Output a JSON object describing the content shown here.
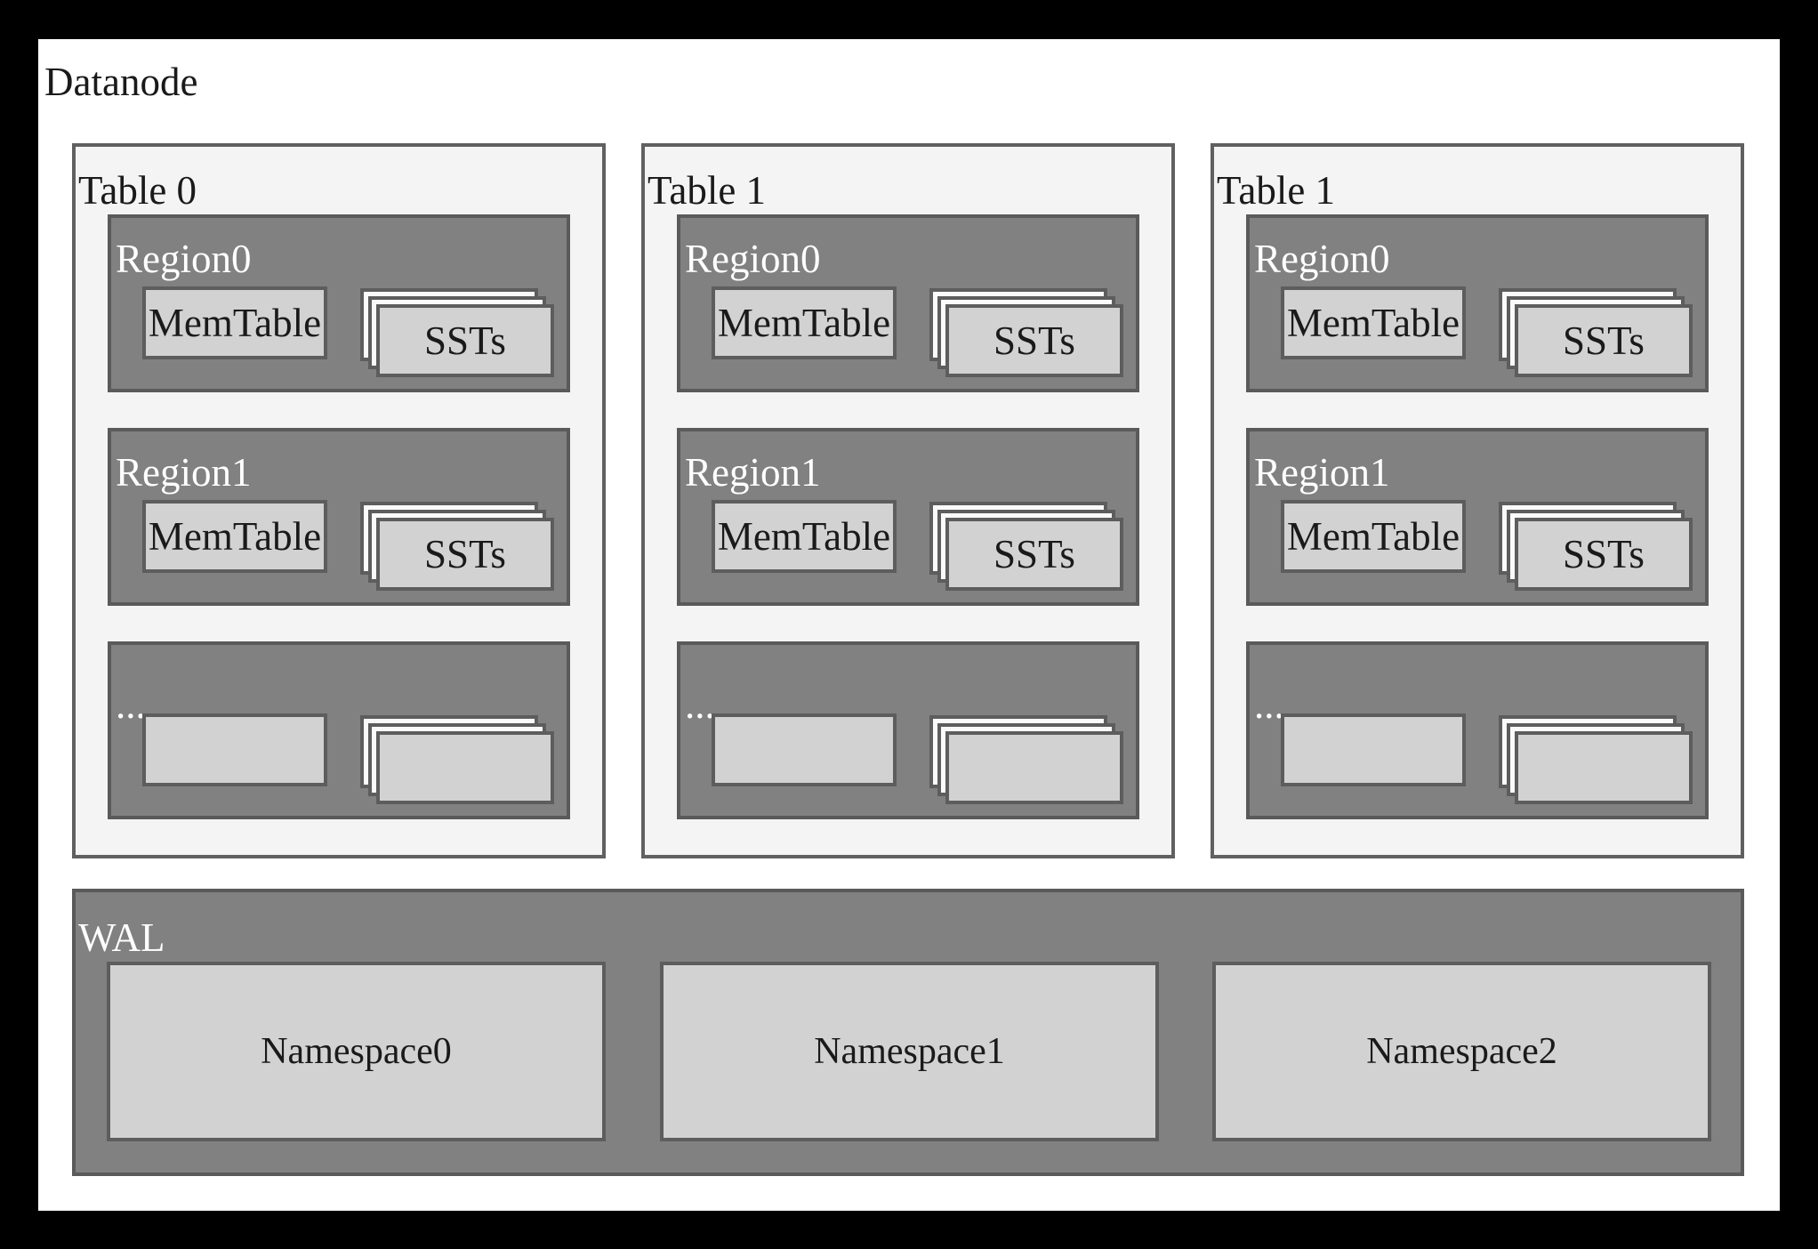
{
  "title": "Datanode",
  "colors": {
    "frame": "#000000",
    "canvas_bg": "#ffffff",
    "panel_bg": "#f4f4f4",
    "panel_border": "#606060",
    "region_bg": "#818181",
    "region_border": "#5a5a5a",
    "lightbox_bg": "#d2d2d2",
    "lightbox_border": "#5d5d5d",
    "stack_back_bg": "#fafafa",
    "dark_text": "#1a1a1a",
    "light_text": "#ffffff"
  },
  "tables": [
    {
      "label": "Table 0",
      "regions": [
        {
          "label": "Region0",
          "memtable_label": "MemTable",
          "ssts_label": "SSTs"
        },
        {
          "label": "Region1",
          "memtable_label": "MemTable",
          "ssts_label": "SSTs"
        },
        {
          "label": "...",
          "memtable_label": "",
          "ssts_label": ""
        }
      ]
    },
    {
      "label": "Table 1",
      "regions": [
        {
          "label": "Region0",
          "memtable_label": "MemTable",
          "ssts_label": "SSTs"
        },
        {
          "label": "Region1",
          "memtable_label": "MemTable",
          "ssts_label": "SSTs"
        },
        {
          "label": "...",
          "memtable_label": "",
          "ssts_label": ""
        }
      ]
    },
    {
      "label": "Table 1",
      "regions": [
        {
          "label": "Region0",
          "memtable_label": "MemTable",
          "ssts_label": "SSTs"
        },
        {
          "label": "Region1",
          "memtable_label": "MemTable",
          "ssts_label": "SSTs"
        },
        {
          "label": "...",
          "memtable_label": "",
          "ssts_label": ""
        }
      ]
    }
  ],
  "wal": {
    "label": "WAL",
    "namespaces": [
      "Namespace0",
      "Namespace1",
      "Namespace2"
    ]
  }
}
